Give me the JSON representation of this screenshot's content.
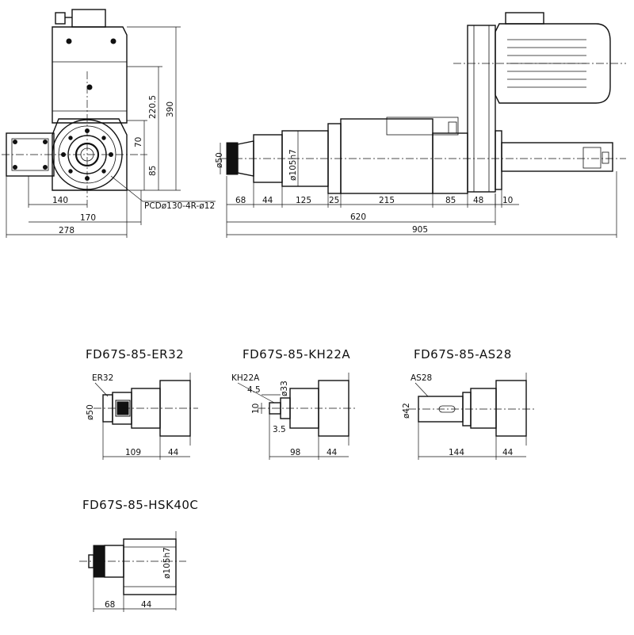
{
  "front_view": {
    "dims": {
      "d220_5": "220.5",
      "d390": "390",
      "d70": "70",
      "d85": "85",
      "d140": "140",
      "d170": "170",
      "d278": "278",
      "pcd": "PCDø130-4R-ø12"
    }
  },
  "side_view": {
    "dims": {
      "dia50": "ø50",
      "dia105": "ø105h7",
      "d68": "68",
      "d44": "44",
      "d125": "125",
      "d25": "25",
      "d215": "215",
      "d85": "85",
      "d48": "48",
      "d10": "10",
      "d620": "620",
      "d905": "905"
    }
  },
  "variants": {
    "er32": {
      "title": "FD67S-85-ER32",
      "label": "ER32",
      "dia": "ø50",
      "d1": "109",
      "d2": "44"
    },
    "kh22a": {
      "title": "FD67S-85-KH22A",
      "label": "KH22A",
      "d4_5": "4.5",
      "dia33": "ø33",
      "d10": "10",
      "d3_5": "3.5",
      "d1": "98",
      "d2": "44"
    },
    "as28": {
      "title": "FD67S-85-AS28",
      "label": "AS28",
      "dia": "ø42",
      "d1": "144",
      "d2": "44"
    },
    "hsk40c": {
      "title": "FD67S-85-HSK40C",
      "dia": "ø105h7",
      "d1": "68",
      "d2": "44"
    }
  }
}
